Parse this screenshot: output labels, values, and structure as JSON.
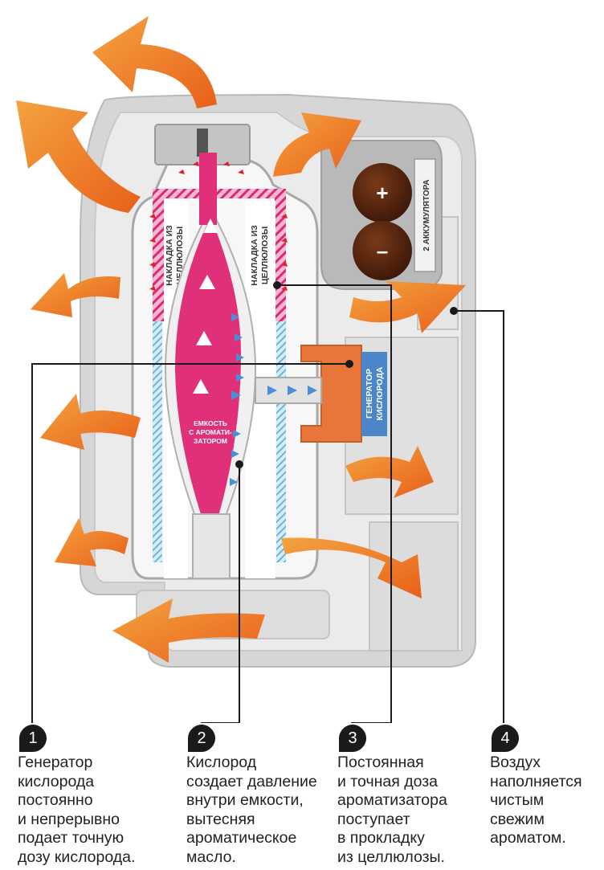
{
  "labels": {
    "pad_left": [
      "НАКЛАДКА ИЗ",
      "ЦЕЛЛЮЛОЗЫ"
    ],
    "pad_right": [
      "НАКЛАДКА ИЗ",
      "ЦЕЛЛЮЛОЗЫ"
    ],
    "batteries": "2 АККУМУЛЯТОРА",
    "battery_plus": "+",
    "battery_minus": "–",
    "generator": [
      "ГЕНЕРАТОР",
      "КИСЛОРОДА"
    ],
    "container": [
      "ЕМКОСТЬ",
      "С АРОМАТИ-",
      "ЗАТОРОМ"
    ]
  },
  "steps": [
    {
      "number": "1",
      "text": "Генератор\nкислорода\nпостоянно\nи непрерывно\nподает точную\nдозу кислорода."
    },
    {
      "number": "2",
      "text": "Кислород\nсоздает давление\nвнутри емкости,\nвытесняя\nароматическое\nмасло."
    },
    {
      "number": "3",
      "text": "Постоянная\nи точная доза\nароматизатора\nпоступает\nв прокладку\nиз целлюлозы."
    },
    {
      "number": "4",
      "text": "Воздух\nнаполняется\nчистым\nсвежим\nароматом."
    }
  ],
  "colors": {
    "housing": "#d9d9d9",
    "housing_inner": "#ebebeb",
    "arrow_orange": "#f07d1f",
    "oil_magenta": "#e0307a",
    "generator_orange": "#e8763a",
    "generator_blue": "#4a86c8",
    "battery_brown": "#5a2a12",
    "flow_blue": "#4a8fd6"
  }
}
